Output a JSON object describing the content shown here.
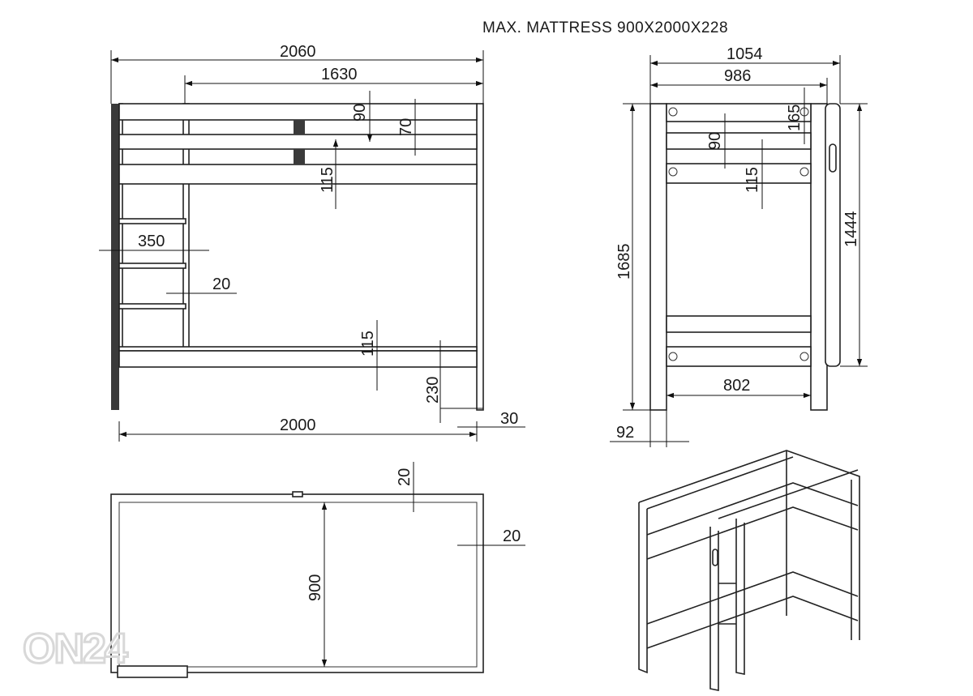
{
  "title": "MAX. MATTRESS 900X2000X228",
  "logo": "ON24",
  "side_view": {
    "overall_length": "2060",
    "inner_length": "1630",
    "top_rail_gap": "90",
    "rail_height": "70",
    "guard_to_frame": "115",
    "ladder_width": "350",
    "ladder_offset": "20",
    "lower_rail": "115",
    "floor_clearance": "230",
    "mattress_length": "2000",
    "end_offset": "30"
  },
  "end_view": {
    "overall_width": "1054",
    "inner_width": "986",
    "top_gap": "165",
    "rail_gap": "90",
    "frame_gap": "115",
    "total_height": "1685",
    "head_height": "1444",
    "leg_spacing": "802",
    "post_width": "92"
  },
  "plan_view": {
    "edge_offset": "20",
    "side_offset": "20",
    "mattress_width": "900"
  }
}
